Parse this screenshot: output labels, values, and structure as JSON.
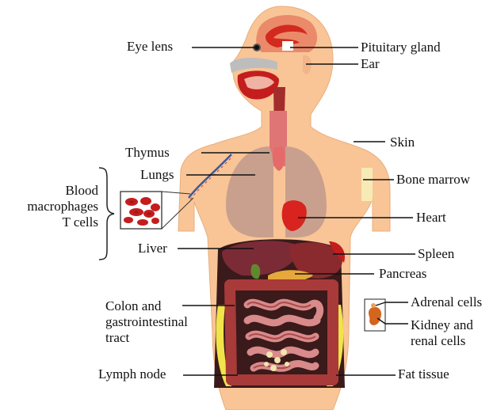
{
  "labels": {
    "eye_lens": "Eye lens",
    "pituitary_gland": "Pituitary gland",
    "ear": "Ear",
    "skin": "Skin",
    "thymus": "Thymus",
    "lungs": "Lungs",
    "bone_marrow": "Bone marrow",
    "blood_group": [
      "Blood",
      "macrophages",
      "T cells"
    ],
    "heart": "Heart",
    "liver": "Liver",
    "spleen": "Spleen",
    "pancreas": "Pancreas",
    "colon": [
      "Colon and",
      "gastrointestinal",
      "tract"
    ],
    "adrenal": "Adrenal cells",
    "kidney": [
      "Kidney and",
      "renal cells"
    ],
    "lymph_node": "Lymph node",
    "fat_tissue": "Fat tissue"
  },
  "colors": {
    "body": "#f9c596",
    "lungs": "#c9a08e",
    "intestine": "#a83a3a",
    "liver": "#7b2b36",
    "heart": "#d8231e",
    "fat": "#f1e34a"
  }
}
